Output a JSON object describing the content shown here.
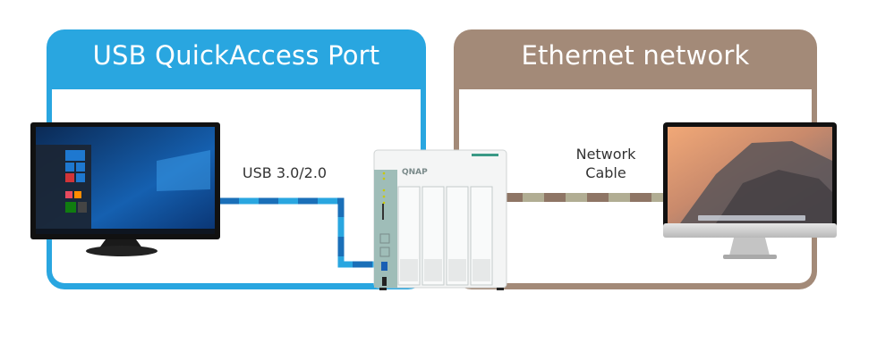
{
  "panels": {
    "usb": {
      "title": "USB QuickAccess Port",
      "color": "#29a6e0"
    },
    "ethernet": {
      "title": "Ethernet network",
      "color": "#a38a78"
    }
  },
  "connections": {
    "usb_cable": {
      "label": "USB 3.0/2.0",
      "colors": [
        "#1a6fb8",
        "#29a6e0"
      ]
    },
    "network_cable": {
      "label_line1": "Network",
      "label_line2": "Cable",
      "colors": [
        "#8e7565",
        "#b1ad93"
      ]
    }
  },
  "devices": {
    "pc": {
      "name": "windows-pc-monitor",
      "os": "Windows 10"
    },
    "nas": {
      "name": "qnap-nas",
      "brand": "QNAP",
      "bays": 4
    },
    "mac": {
      "name": "imac",
      "os": "macOS Yosemite"
    }
  }
}
